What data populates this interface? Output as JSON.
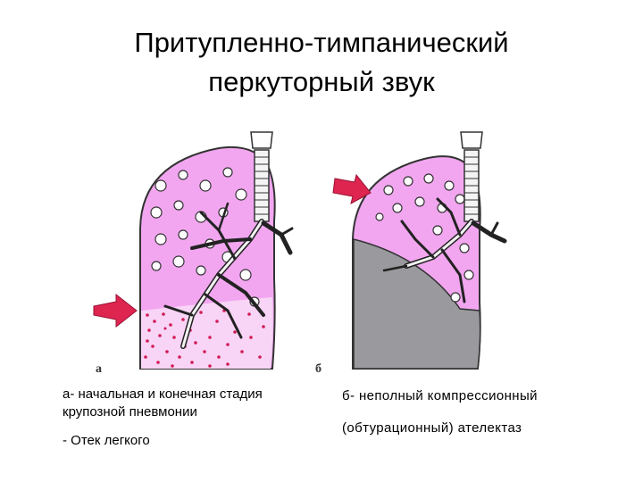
{
  "slide": {
    "title_line1": "Притупленно-тимпанический",
    "title_line2": "перкуторный звук"
  },
  "figure": {
    "label_a": "а",
    "label_b": "б"
  },
  "captions": {
    "left_line1": "а- начальная и конечная стадия",
    "left_line2": "крупозной пневмонии",
    "left_line3": "- Отек легкого",
    "right_line1": "б- неполный компрессионный",
    "right_line2": "(обтурационный) ателектаз"
  },
  "colors": {
    "lung_pink": "#f2a6f0",
    "outline": "#333333",
    "collapsed_gray": "#9a9a9e",
    "infiltrate_dots": "#d01b55",
    "arrow": "#dd2550"
  }
}
